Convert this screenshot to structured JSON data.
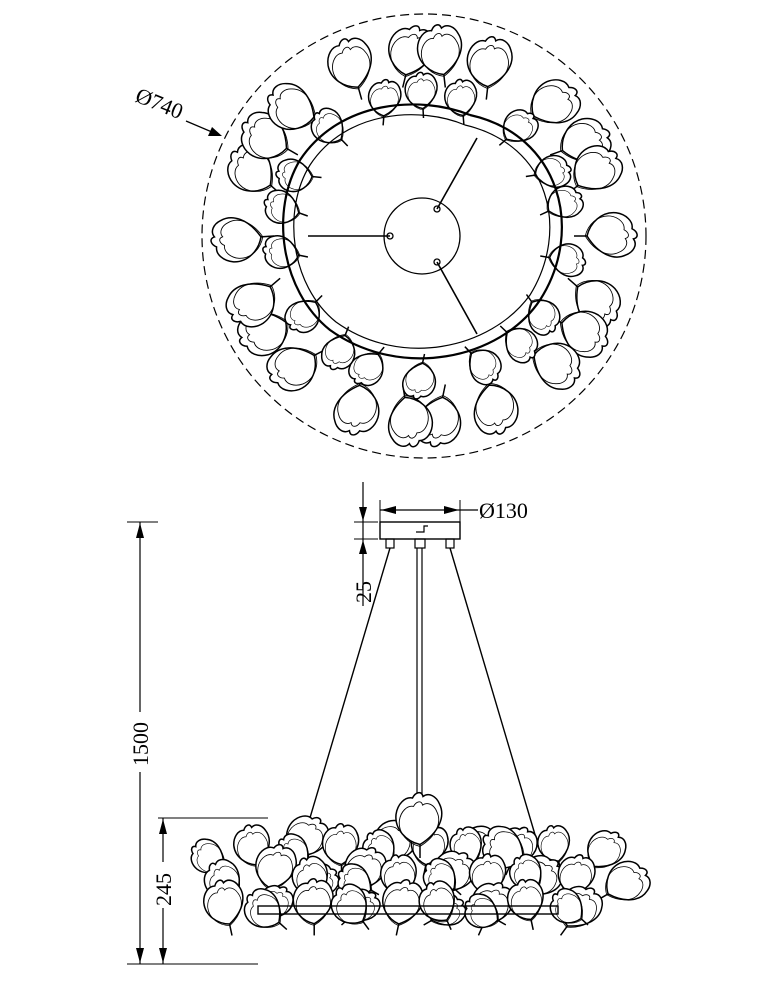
{
  "top_view": {
    "diameter_label": "Ø740"
  },
  "side_view": {
    "canopy_diameter_label": "Ø130",
    "canopy_height_label": "25",
    "overall_height_label": "1500",
    "ring_height_label": "245"
  },
  "colors": {
    "ink": "#000000",
    "paper": "#ffffff",
    "leaf_fill": "#ffffff"
  }
}
